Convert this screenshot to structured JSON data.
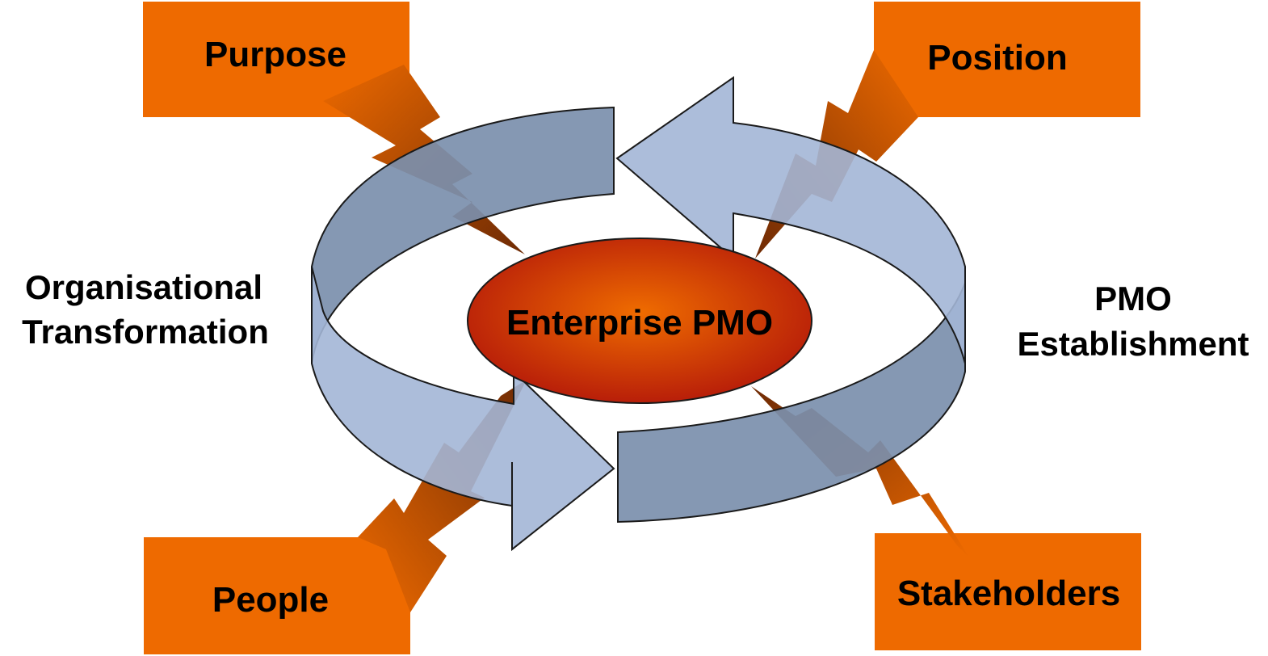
{
  "colors": {
    "box_fill": "#ee6a00",
    "bolt_dark": "#7a2e05",
    "bolt_light": "#ee6a00",
    "arrow_light": "#a3b6d6",
    "arrow_dark": "#7b8fac",
    "arrow_stroke": "#1a1a1a",
    "center_inner": "#ef6c00",
    "center_outer": "#b3170a"
  },
  "center": {
    "label": "Enterprise PMO"
  },
  "boxes": {
    "top_left": "Purpose",
    "top_right": "Position",
    "bottom_left": "People",
    "bottom_right": "Stakeholders"
  },
  "side_labels": {
    "left_line1": "Organisational",
    "left_line2": "Transformation",
    "right_line1": "PMO",
    "right_line2": "Establishment"
  }
}
